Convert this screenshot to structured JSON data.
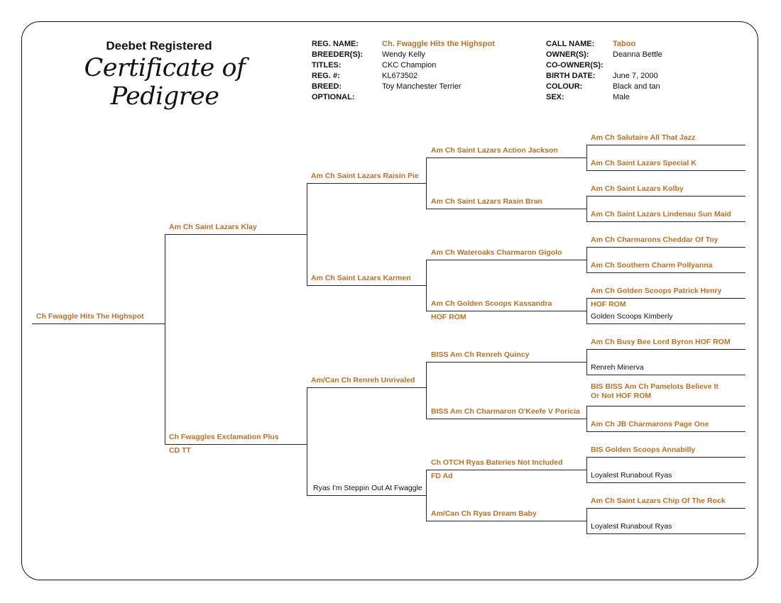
{
  "header": {
    "registry": "Deebet Registered",
    "certificate_title": "Certificate of Pedigree"
  },
  "info_left": [
    {
      "label": "REG. NAME:",
      "value": "Ch. Fwaggle Hits the Highspot"
    },
    {
      "label": "BREEDER(S):",
      "value": "Wendy Kelly"
    },
    {
      "label": "TITLES:",
      "value": "CKC Champion"
    },
    {
      "label": "REG. #:",
      "value": "KL673502"
    },
    {
      "label": "BREED:",
      "value": "Toy Manchester Terrier"
    },
    {
      "label": "OPTIONAL:",
      "value": ""
    }
  ],
  "info_right": [
    {
      "label": "CALL NAME:",
      "value": "Taboo"
    },
    {
      "label": "OWNER(S):",
      "value": "Deanna Bettle"
    },
    {
      "label": "CO-OWNER(S):",
      "value": ""
    },
    {
      "label": "BIRTH DATE:",
      "value": "June 7, 2000"
    },
    {
      "label": "COLOUR:",
      "value": "Black and tan"
    },
    {
      "label": "SEX:",
      "value": "Male"
    }
  ],
  "pedigree": {
    "subject": {
      "name": "Ch Fwaggle Hits The Highspot"
    },
    "gen1": [
      {
        "name": "Am Ch Saint Lazars Klay"
      },
      {
        "name": "Ch Fwaggles Exclamation Plus",
        "suffix": "CD TT"
      }
    ],
    "gen2": [
      {
        "name": "Am Ch Saint Lazars Raisin Pie"
      },
      {
        "name": "Am Ch Saint Lazars Karmen"
      },
      {
        "name": "Am/Can Ch Renreh Unrivaled"
      },
      {
        "name": "Ryas I'm Steppin Out At Fwaggle"
      }
    ],
    "gen3": [
      {
        "name": "Am Ch Saint Lazars Action Jackson"
      },
      {
        "name": "Am Ch Saint Lazars Rasin Bran"
      },
      {
        "name": "Am Ch Wateroaks Charmaron Gigolo"
      },
      {
        "name": "Am Ch Golden Scoops Kassandra",
        "suffix": "HOF ROM"
      },
      {
        "name": "BISS Am Ch Renreh Quincy"
      },
      {
        "name": "BISS Am Ch Charmaron O'Keefe V Poricia"
      },
      {
        "name": "Ch OTCH Ryas Bateries Not Included",
        "suffix": "FD Ad"
      },
      {
        "name": "Am/Can Ch Ryas Dream Baby"
      }
    ],
    "gen4": [
      {
        "name": "Am Ch Salutaire All That Jazz"
      },
      {
        "name": "Am Ch Saint Lazars Special K"
      },
      {
        "name": "Am Ch Saint Lazars Kolby"
      },
      {
        "name": "Am Ch Saint Lazars Lindenau Sun Maid"
      },
      {
        "name": "Am Ch Charmarons Cheddar Of Toy"
      },
      {
        "name": "Am Ch Southern Charm Pollyanna"
      },
      {
        "name": "Am Ch Golden Scoops Patrick Henry",
        "suffix": "HOF ROM"
      },
      {
        "name": "Golden Scoops Kimberly"
      },
      {
        "name": "Am Ch Busy Bee Lord Byron HOF ROM"
      },
      {
        "name": "Renreh Minerva"
      },
      {
        "name": "BIS BISS Am Ch Pamelots Believe It",
        "name2": "Or Not HOF ROM"
      },
      {
        "name": "Am Ch JB Charmarons Page One"
      },
      {
        "name": "BIS Golden Scoops Annabilly"
      },
      {
        "name": "Loyalest Runabout Ryas"
      },
      {
        "name": "Am Ch Saint Lazars Chip Of The Rock"
      },
      {
        "name": "Loyalest Runabout Ryas"
      }
    ]
  }
}
